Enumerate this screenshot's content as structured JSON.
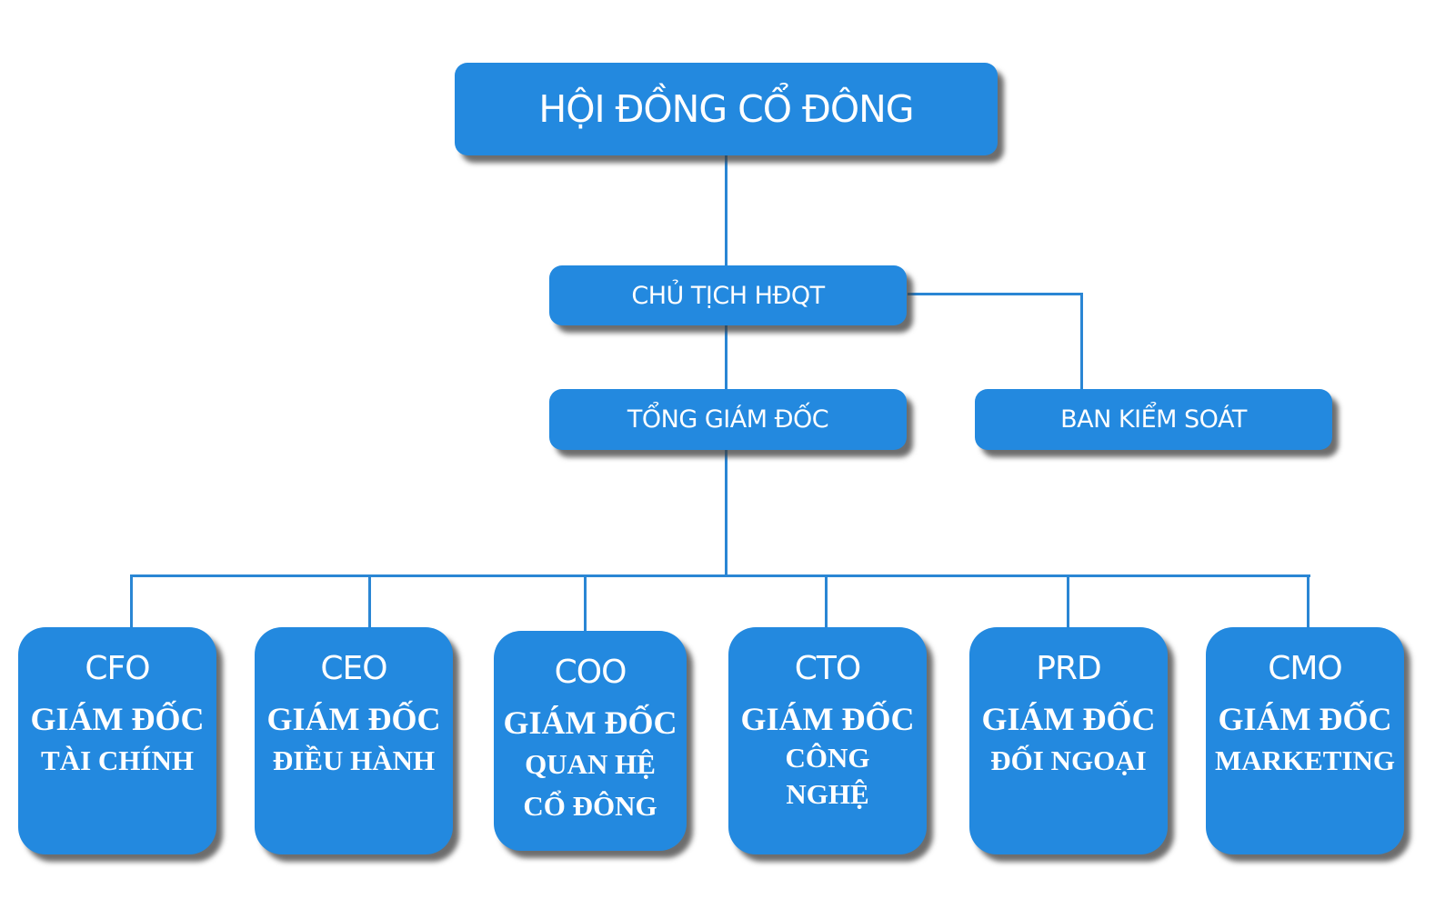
{
  "chart": {
    "top": {
      "label": "HỘI ĐỒNG CỔ ĐÔNG"
    },
    "chairman": {
      "label": "CHỦ TỊCH HĐQT"
    },
    "ceo_general": {
      "label": "TỔNG GIÁM ĐỐC"
    },
    "supervisory": {
      "label": "BAN KIỂM SOÁT"
    },
    "departments": [
      {
        "code": "CFO",
        "title": "GIÁM ĐỐC",
        "sub": [
          "TÀI CHÍNH"
        ]
      },
      {
        "code": "CEO",
        "title": "GIÁM ĐỐC",
        "sub": [
          "ĐIỀU HÀNH"
        ]
      },
      {
        "code": "COO",
        "title": "GIÁM ĐỐC",
        "sub": [
          "QUAN HỆ",
          "CỔ ĐÔNG"
        ]
      },
      {
        "code": "CTO",
        "title": "GIÁM ĐỐC",
        "sub": [
          "CÔNG",
          "NGHỆ"
        ]
      },
      {
        "code": "PRD",
        "title": "GIÁM ĐỐC",
        "sub": [
          "ĐỐI NGOẠI"
        ]
      },
      {
        "code": "CMO",
        "title": "GIÁM ĐỐC",
        "sub": [
          "MARKETING"
        ]
      }
    ]
  },
  "colors": {
    "box": "#2389df",
    "line": "#2a86d4",
    "text": "#ffffff"
  }
}
